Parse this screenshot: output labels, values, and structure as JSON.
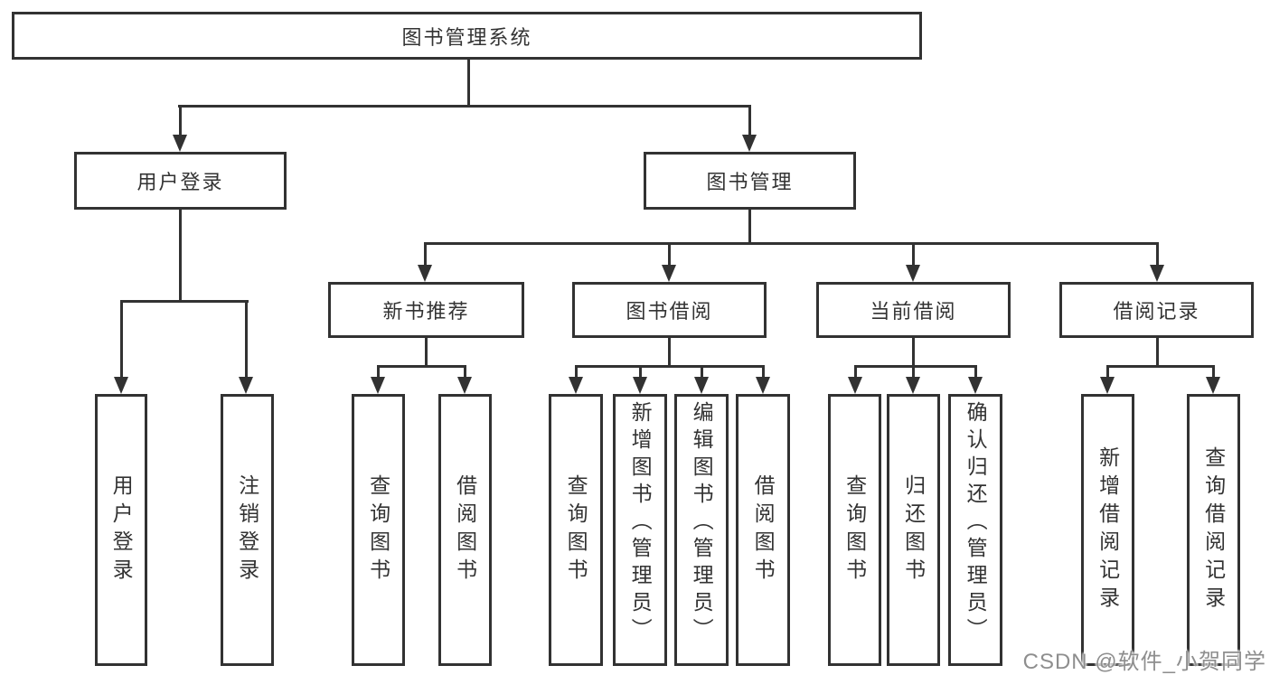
{
  "diagram": {
    "root": "图书管理系统",
    "level2": {
      "user_login": "用户登录",
      "book_management": "图书管理"
    },
    "level3": {
      "new_book_recommend": "新书推荐",
      "book_borrowing": "图书借阅",
      "current_borrowing": "当前借阅",
      "borrowing_records": "借阅记录"
    },
    "leaves": {
      "user_login": [
        "用户登录",
        "注销登录"
      ],
      "new_book_recommend": [
        "查询图书",
        "借阅图书"
      ],
      "book_borrowing": [
        "查询图书",
        "新增图书（管理员）",
        "编辑图书（管理员）",
        "借阅图书"
      ],
      "current_borrowing": [
        "查询图书",
        "归还图书",
        "确认归还（管理员）"
      ],
      "borrowing_records": [
        "新增借阅记录",
        "查询借阅记录"
      ]
    }
  },
  "watermark": {
    "text": "CSDN @软件_小贺同学",
    "color": "#8e8e8e"
  },
  "colors": {
    "line": "#323232",
    "text": "#333333",
    "background": "#ffffff"
  }
}
